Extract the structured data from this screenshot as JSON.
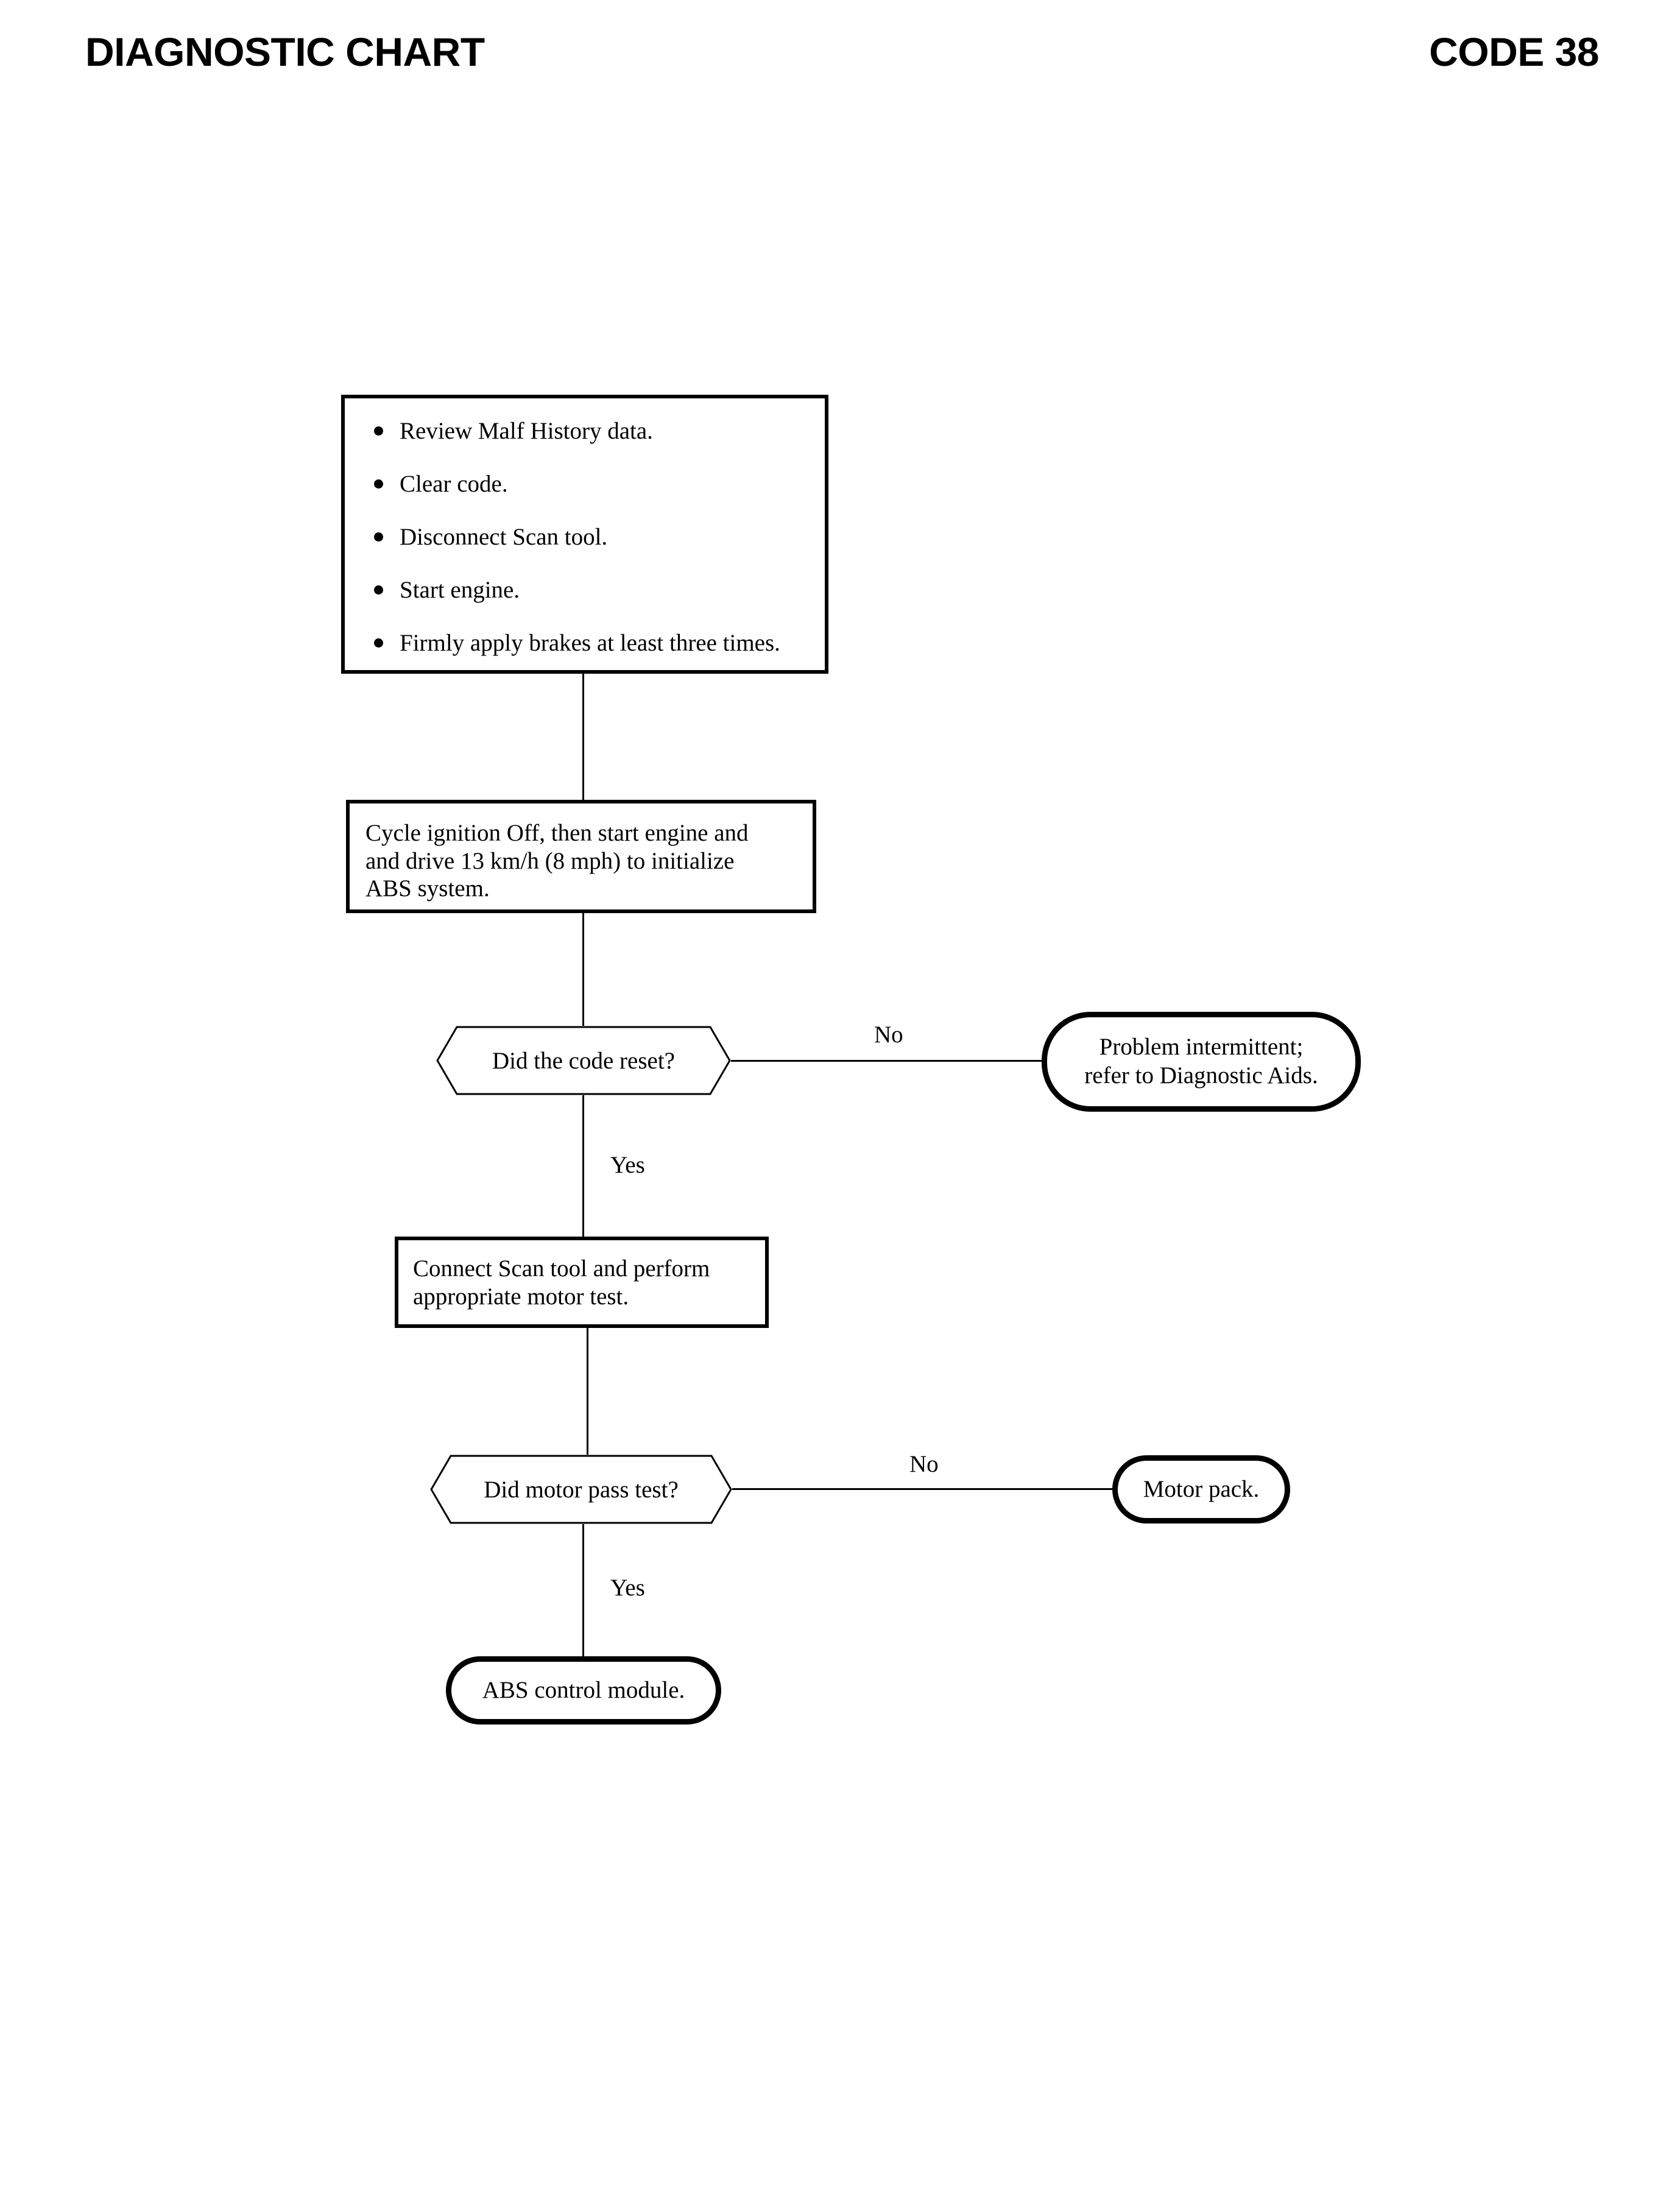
{
  "header": {
    "left_title": "DIAGNOSTIC CHART",
    "right_title": "CODE 38"
  },
  "chart_data": {
    "type": "flowchart",
    "title": "DIAGNOSTIC CHART",
    "code": "CODE 38",
    "nodes": [
      {
        "id": "review",
        "shape": "process-rect",
        "kind": "bulleted-steps",
        "items": [
          "Review Malf History data.",
          "Clear code.",
          "Disconnect Scan tool.",
          "Start engine.",
          "Firmly apply brakes at least three times."
        ]
      },
      {
        "id": "cycle",
        "shape": "process-rect",
        "text": "Cycle ignition Off, then start engine and\nand drive 13 km/h (8 mph) to initialize\nABS system."
      },
      {
        "id": "code-reset",
        "shape": "decision-hexagon",
        "text": "Did the code reset?"
      },
      {
        "id": "intermittent",
        "shape": "terminal-rounded",
        "text": "Problem intermittent;\nrefer to Diagnostic Aids."
      },
      {
        "id": "connect",
        "shape": "process-rect",
        "text": "Connect Scan tool and perform\nappropriate motor test."
      },
      {
        "id": "motor-test",
        "shape": "decision-hexagon",
        "text": "Did motor pass test?"
      },
      {
        "id": "motor-pack",
        "shape": "terminal-rounded",
        "text": "Motor pack."
      },
      {
        "id": "abs-module",
        "shape": "terminal-rounded",
        "text": "ABS control module."
      }
    ],
    "edges": [
      {
        "from": "review",
        "to": "cycle",
        "label": ""
      },
      {
        "from": "cycle",
        "to": "code-reset",
        "label": ""
      },
      {
        "from": "code-reset",
        "to": "intermittent",
        "label": "No"
      },
      {
        "from": "code-reset",
        "to": "connect",
        "label": "Yes"
      },
      {
        "from": "connect",
        "to": "motor-test",
        "label": ""
      },
      {
        "from": "motor-test",
        "to": "motor-pack",
        "label": "No"
      },
      {
        "from": "motor-test",
        "to": "abs-module",
        "label": "Yes"
      }
    ],
    "labels": {
      "no_1": "No",
      "yes_1": "Yes",
      "no_2": "No",
      "yes_2": "Yes"
    },
    "colors": {
      "background": "#ffffff",
      "stroke": "#000000",
      "text": "#000000"
    }
  }
}
